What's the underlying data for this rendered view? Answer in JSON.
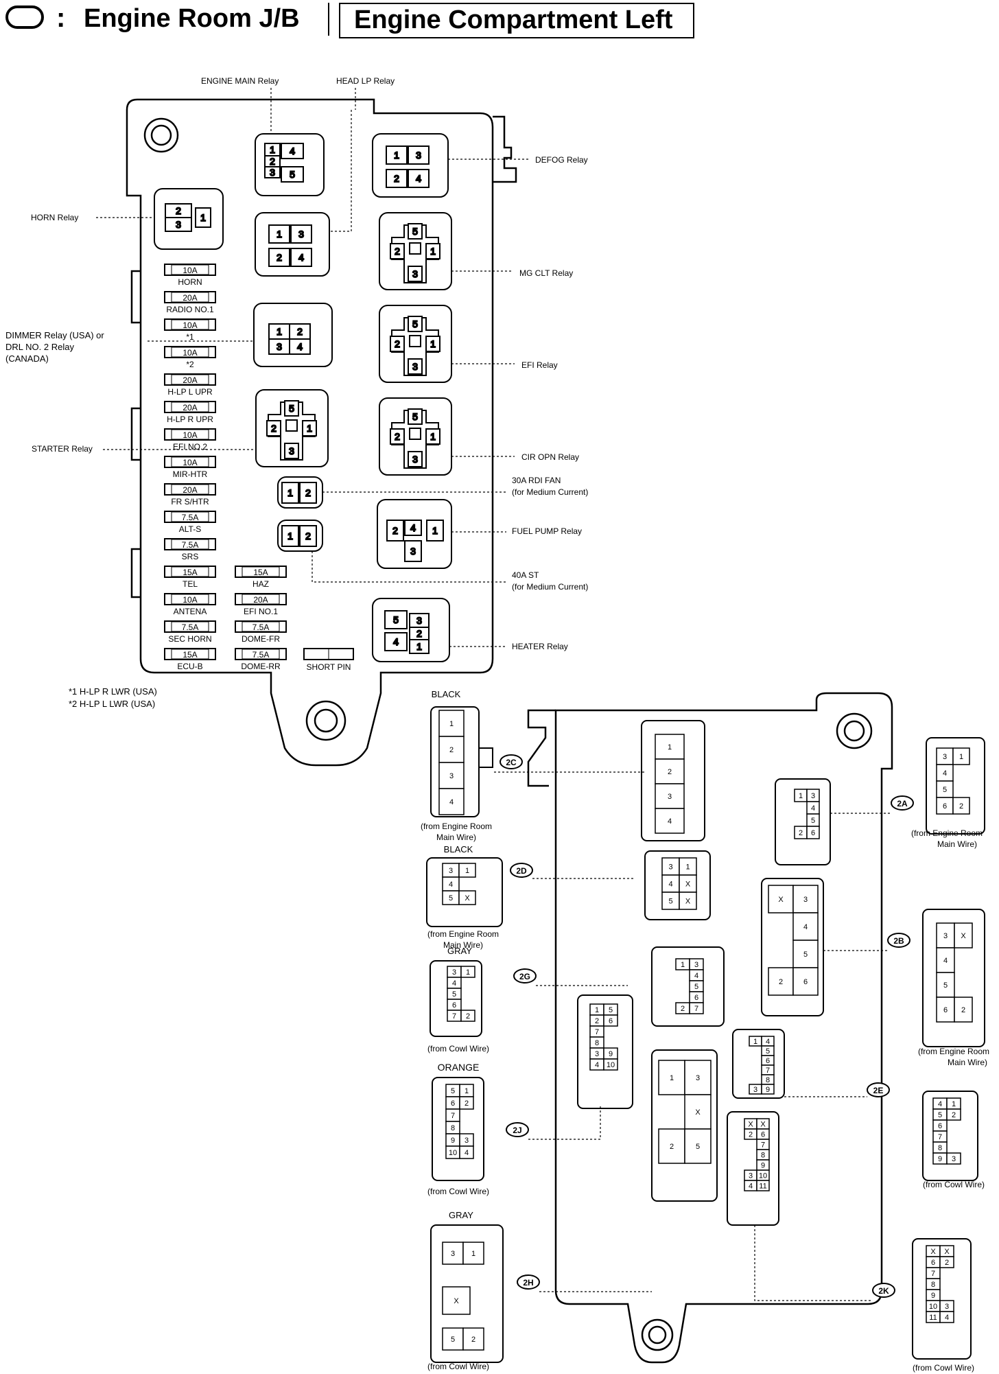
{
  "header": {
    "title": "Engine Room J/B",
    "subtitle": "Engine Compartment Left",
    "colon": ":"
  },
  "relays": {
    "engine_main": "ENGINE MAIN Relay",
    "head_lp": "HEAD LP Relay",
    "defog": "DEFOG Relay",
    "horn": "HORN Relay",
    "mg_clt": "MG CLT Relay",
    "dimmer": "DIMMER Relay (USA) or",
    "dimmer2": "DRL NO. 2 Relay",
    "dimmer3": "(CANADA)",
    "efi": "EFI Relay",
    "starter": "STARTER Relay",
    "cir_opn": "CIR OPN Relay",
    "rdi_fan": "30A RDI FAN",
    "rdi_fan2": "(for Medium Current)",
    "fuel_pump": "FUEL PUMP Relay",
    "st": "40A ST",
    "st2": "(for Medium Current)",
    "heater": "HEATER Relay"
  },
  "fuses_left": [
    {
      "amp": "10A",
      "name": "HORN"
    },
    {
      "amp": "20A",
      "name": "RADIO NO.1"
    },
    {
      "amp": "10A",
      "name": "*1"
    },
    {
      "amp": "10A",
      "name": "*2"
    },
    {
      "amp": "20A",
      "name": "H-LP L UPR"
    },
    {
      "amp": "20A",
      "name": "H-LP R UPR"
    },
    {
      "amp": "10A",
      "name": "EFI NO.2"
    },
    {
      "amp": "10A",
      "name": "MIR-HTR"
    },
    {
      "amp": "20A",
      "name": "FR S/HTR"
    },
    {
      "amp": "7.5A",
      "name": "ALT-S"
    },
    {
      "amp": "7.5A",
      "name": "SRS"
    },
    {
      "amp": "15A",
      "name": "TEL"
    },
    {
      "amp": "10A",
      "name": "ANTENA"
    },
    {
      "amp": "7.5A",
      "name": "SEC HORN"
    },
    {
      "amp": "15A",
      "name": "ECU-B"
    }
  ],
  "fuses_right": [
    {
      "amp": "15A",
      "name": "HAZ"
    },
    {
      "amp": "20A",
      "name": "EFI NO.1"
    },
    {
      "amp": "7.5A",
      "name": "DOME-FR"
    },
    {
      "amp": "7.5A",
      "name": "DOME-RR"
    }
  ],
  "short_pin": "SHORT PIN",
  "notes": [
    "*1 H-LP R LWR (USA)",
    "*2 H-LP L LWR (USA)"
  ],
  "connectors": {
    "2C": {
      "id": "2C",
      "color": "BLACK",
      "from1": "(from Engine Room",
      "from2": "Main Wire)"
    },
    "2D": {
      "id": "2D",
      "color": "BLACK",
      "from1": "(from Engine Room",
      "from2": "Main Wire)"
    },
    "2G": {
      "id": "2G",
      "color": "GRAY",
      "from1": "(from Cowl Wire)"
    },
    "2J": {
      "id": "2J",
      "color": "ORANGE",
      "from1": "(from Cowl Wire)"
    },
    "2H": {
      "id": "2H",
      "color": "GRAY",
      "from1": "(from Cowl Wire)"
    },
    "2A": {
      "id": "2A",
      "from1": "(from Engine Room",
      "from2": "Main Wire)"
    },
    "2B": {
      "id": "2B",
      "from1": "(from Engine Room",
      "from2": "Main Wire)"
    },
    "2E": {
      "id": "2E",
      "from1": "(from Cowl Wire)"
    },
    "2K": {
      "id": "2K",
      "from1": "(from Cowl Wire)"
    }
  }
}
